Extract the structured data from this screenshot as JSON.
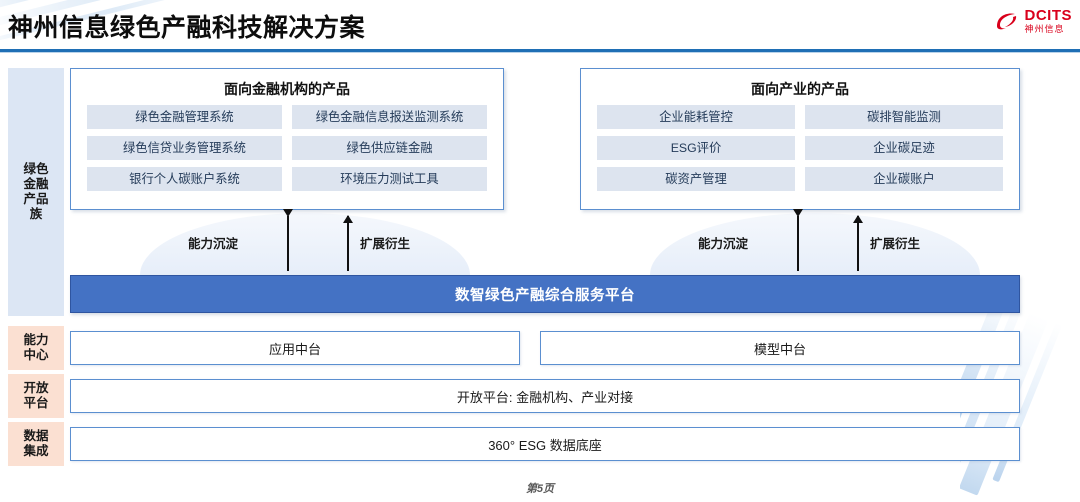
{
  "header": {
    "title": "神州信息绿色产融科技解决方案",
    "logo": {
      "english": "DCITS",
      "chinese": "神州信息",
      "color": "#d9001b"
    }
  },
  "rail": {
    "items": [
      {
        "key": "products",
        "label": "绿色\n金融\n产品\n族",
        "lines": [
          "绿色",
          "金融",
          "产品",
          "族"
        ],
        "bg": "#dce6f4"
      },
      {
        "key": "capability",
        "label": "能力\n中心",
        "lines": [
          "能力",
          "中心"
        ],
        "bg": "#fbe0d2"
      },
      {
        "key": "open",
        "label": "开放\n平台",
        "lines": [
          "开放",
          "平台"
        ],
        "bg": "#fbe0d2"
      },
      {
        "key": "data",
        "label": "数据\n集成",
        "lines": [
          "数据",
          "集成"
        ],
        "bg": "#fbe0d2"
      }
    ]
  },
  "panels": [
    {
      "key": "financial",
      "title": "面向金融机构的产品",
      "items": [
        "绿色金融管理系统",
        "绿色金融信息报送监测系统",
        "绿色信贷业务管理系统",
        "绿色供应链金融",
        "银行个人碳账户系统",
        "环境压力测试工具"
      ]
    },
    {
      "key": "industry",
      "title": "面向产业的产品",
      "items": [
        "企业能耗管控",
        "碳排智能监测",
        "ESG评价",
        "企业碳足迹",
        "碳资产管理",
        "企业碳账户"
      ]
    }
  ],
  "flows": [
    {
      "key": "left",
      "down_label": "能力沉淀",
      "up_label": "扩展衍生"
    },
    {
      "key": "right",
      "down_label": "能力沉淀",
      "up_label": "扩展衍生"
    }
  ],
  "platform": {
    "label": "数智绿色产融综合服务平台",
    "color": "#4472c4"
  },
  "bands": {
    "app": "应用中台",
    "model": "模型中台",
    "open": "开放平台: 金融机构、产业对接",
    "data": "360° ESG 数据底座"
  },
  "footer": {
    "page_label": "第5页"
  },
  "colors": {
    "accent_blue": "#4472c4",
    "rule_blue": "#1f6fb5",
    "border_blue": "#5b8fd0",
    "chip_bg": "#dde4ef",
    "rail_blue": "#dce6f4",
    "rail_peach": "#fbe0d2",
    "brand_red": "#d9001b"
  }
}
